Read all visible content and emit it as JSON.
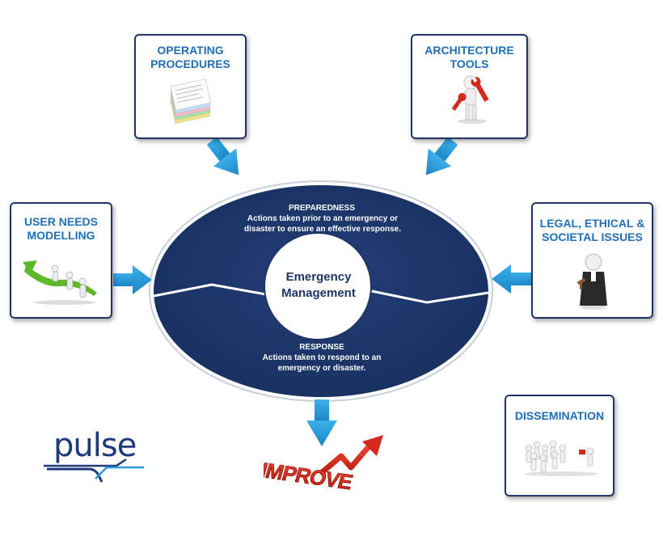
{
  "boxes": {
    "operating_procedures": "OPERATING\nPROCEDURES",
    "architecture_tools": "ARCHITECTURE\nTOOLS",
    "user_needs": "USER NEEDS\nMODELLING",
    "legal": "LEGAL, ETHICAL &\nSOCIETAL ISSUES",
    "dissemination": "DISSEMINATION"
  },
  "ellipse": {
    "preparedness_heading": "PREPAREDNESS",
    "preparedness_text": "Actions taken prior to an emergency or disaster to ensure an effective response.",
    "response_heading": "RESPONSE",
    "response_text": "Actions taken to respond to an emergency or disaster.",
    "center_label": "Emergency Management"
  },
  "improve_text": "IMPROVE",
  "logo_text": "pulse",
  "colors": {
    "navy": "#1e3566",
    "arrow_blue": "#2b9ad8",
    "title_blue": "#1f6fb5",
    "improve_red": "#d42a1e"
  }
}
